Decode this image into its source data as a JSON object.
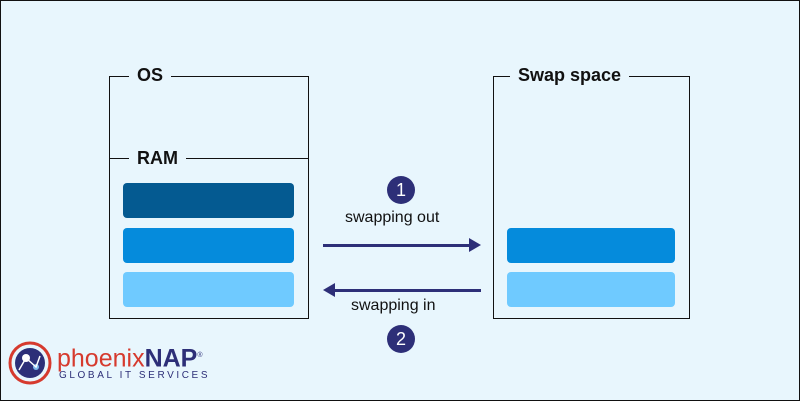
{
  "diagram": {
    "os_label": "OS",
    "ram_label": "RAM",
    "swap_label": "Swap space",
    "step1": "1",
    "step2": "2",
    "swap_out_label": "swapping out",
    "swap_in_label": "swapping in"
  },
  "logo": {
    "name_part1": "phoenix",
    "name_part2": "NAP",
    "registered": "®",
    "tagline": "GLOBAL IT SERVICES"
  },
  "colors": {
    "background": "#e8f6fd",
    "block_dark": "#045a91",
    "block_mid": "#058bdc",
    "block_light": "#6fcaff",
    "accent_navy": "#2d2f78",
    "brand_red": "#d63a2e"
  }
}
